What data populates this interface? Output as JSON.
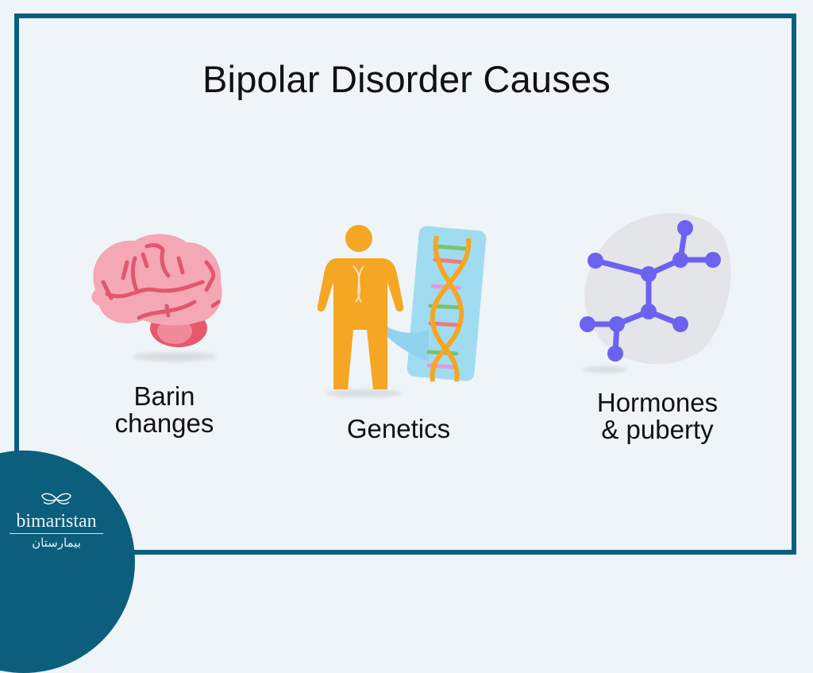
{
  "title": "Bipolar Disorder Causes",
  "causes": [
    {
      "label_line1": "Barin",
      "label_line2": "changes",
      "icon": "brain-icon"
    },
    {
      "label_line1": "Genetics",
      "icon": "dna-person-icon"
    },
    {
      "label_line1": "Hormones",
      "label_line2": "& puberty",
      "icon": "molecule-icon"
    }
  ],
  "brand": {
    "name_en": "bimaristan",
    "name_ar": "بيمارستان",
    "icon": "leaf-logo-icon"
  },
  "colors": {
    "background": "#eff4f8",
    "frame": "#0c5f7c",
    "brain": "#f4a7b4",
    "brain_lines": "#e2566f",
    "person": "#f5a623",
    "dna_panel": "#9fdcf2",
    "molecule": "#6b63f0",
    "blob": "#e3e5e8"
  }
}
